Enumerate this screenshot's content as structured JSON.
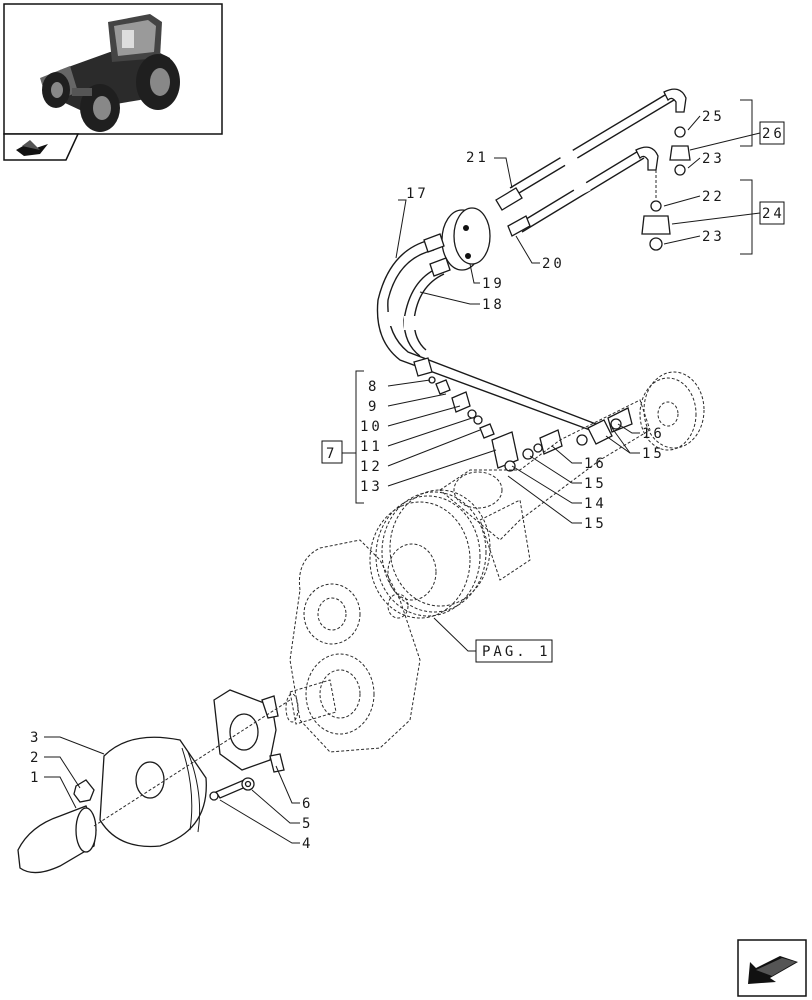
{
  "callouts": [
    {
      "id": "c1",
      "text": "1"
    },
    {
      "id": "c2",
      "text": "2"
    },
    {
      "id": "c3",
      "text": "3"
    },
    {
      "id": "c4",
      "text": "4"
    },
    {
      "id": "c5",
      "text": "5"
    },
    {
      "id": "c6",
      "text": "6"
    },
    {
      "id": "c7",
      "text": "7"
    },
    {
      "id": "c8",
      "text": "8"
    },
    {
      "id": "c9",
      "text": "9"
    },
    {
      "id": "c10",
      "text": "10"
    },
    {
      "id": "c11",
      "text": "11"
    },
    {
      "id": "c12",
      "text": "12"
    },
    {
      "id": "c13",
      "text": "13"
    },
    {
      "id": "c14",
      "text": "14"
    },
    {
      "id": "c15a",
      "text": "15"
    },
    {
      "id": "c15b",
      "text": "15"
    },
    {
      "id": "c15c",
      "text": "15"
    },
    {
      "id": "c16a",
      "text": "16"
    },
    {
      "id": "c16b",
      "text": "16"
    },
    {
      "id": "c17",
      "text": "17"
    },
    {
      "id": "c18",
      "text": "18"
    },
    {
      "id": "c19",
      "text": "19"
    },
    {
      "id": "c20",
      "text": "20"
    },
    {
      "id": "c21",
      "text": "21"
    },
    {
      "id": "c22",
      "text": "22"
    },
    {
      "id": "c23a",
      "text": "23"
    },
    {
      "id": "c23b",
      "text": "23"
    },
    {
      "id": "c24",
      "text": "24"
    },
    {
      "id": "c25",
      "text": "25"
    },
    {
      "id": "c26",
      "text": "26"
    }
  ],
  "page_ref": "PAG. 1",
  "icons": {
    "thumbnail": "tractor-thumbnail-icon",
    "section": "section-tab-icon",
    "next": "next-page-arrow-icon"
  }
}
